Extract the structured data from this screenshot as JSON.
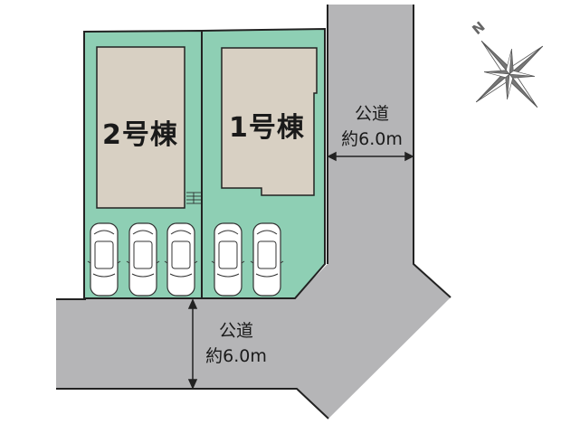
{
  "buildings": [
    {
      "label": "2号棟",
      "parking_spaces": 3
    },
    {
      "label": "1号棟",
      "parking_spaces": 2
    }
  ],
  "roads": [
    {
      "type": "公道",
      "width": "約6.0m"
    },
    {
      "type": "公道",
      "width": "約6.0m"
    }
  ],
  "compass": {
    "label": "N"
  },
  "colors": {
    "lot": "#8ecfb4",
    "building": "#d8d0c3",
    "road": "#b5b5b7",
    "outline": "#222222"
  }
}
